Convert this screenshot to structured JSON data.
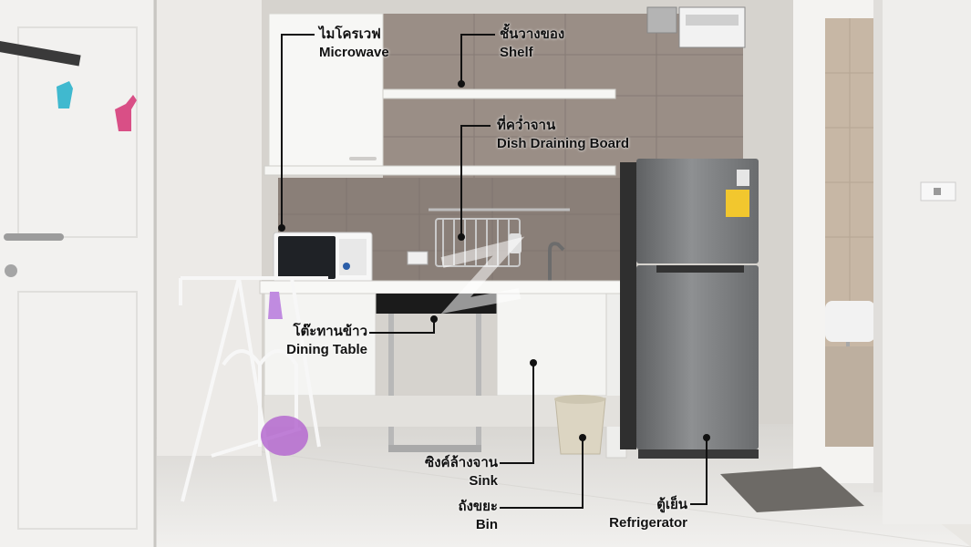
{
  "labels": {
    "microwave": {
      "thai": "ไมโครเวฟ",
      "english": "Microwave"
    },
    "shelf": {
      "thai": "ชั้นวางของ",
      "english": "Shelf"
    },
    "dish_board": {
      "thai": "ที่คว่ำจาน",
      "english": "Dish Draining Board"
    },
    "dining_table": {
      "thai": "โต๊ะทานข้าว",
      "english": "Dining Table"
    },
    "sink": {
      "thai": "ซิงค์ล้างจาน",
      "english": "Sink"
    },
    "bin": {
      "thai": "ถังขยะ",
      "english": "Bin"
    },
    "refrigerator": {
      "thai": "ตู้เย็น",
      "english": "Refrigerator"
    }
  },
  "colors": {
    "wall": "#d9d7d3",
    "tile": "#8c827c",
    "cabinet": "#f4f4f2",
    "fridge": "#7c7e80",
    "floor": "#e8e6e2",
    "leader_line": "#111111"
  }
}
